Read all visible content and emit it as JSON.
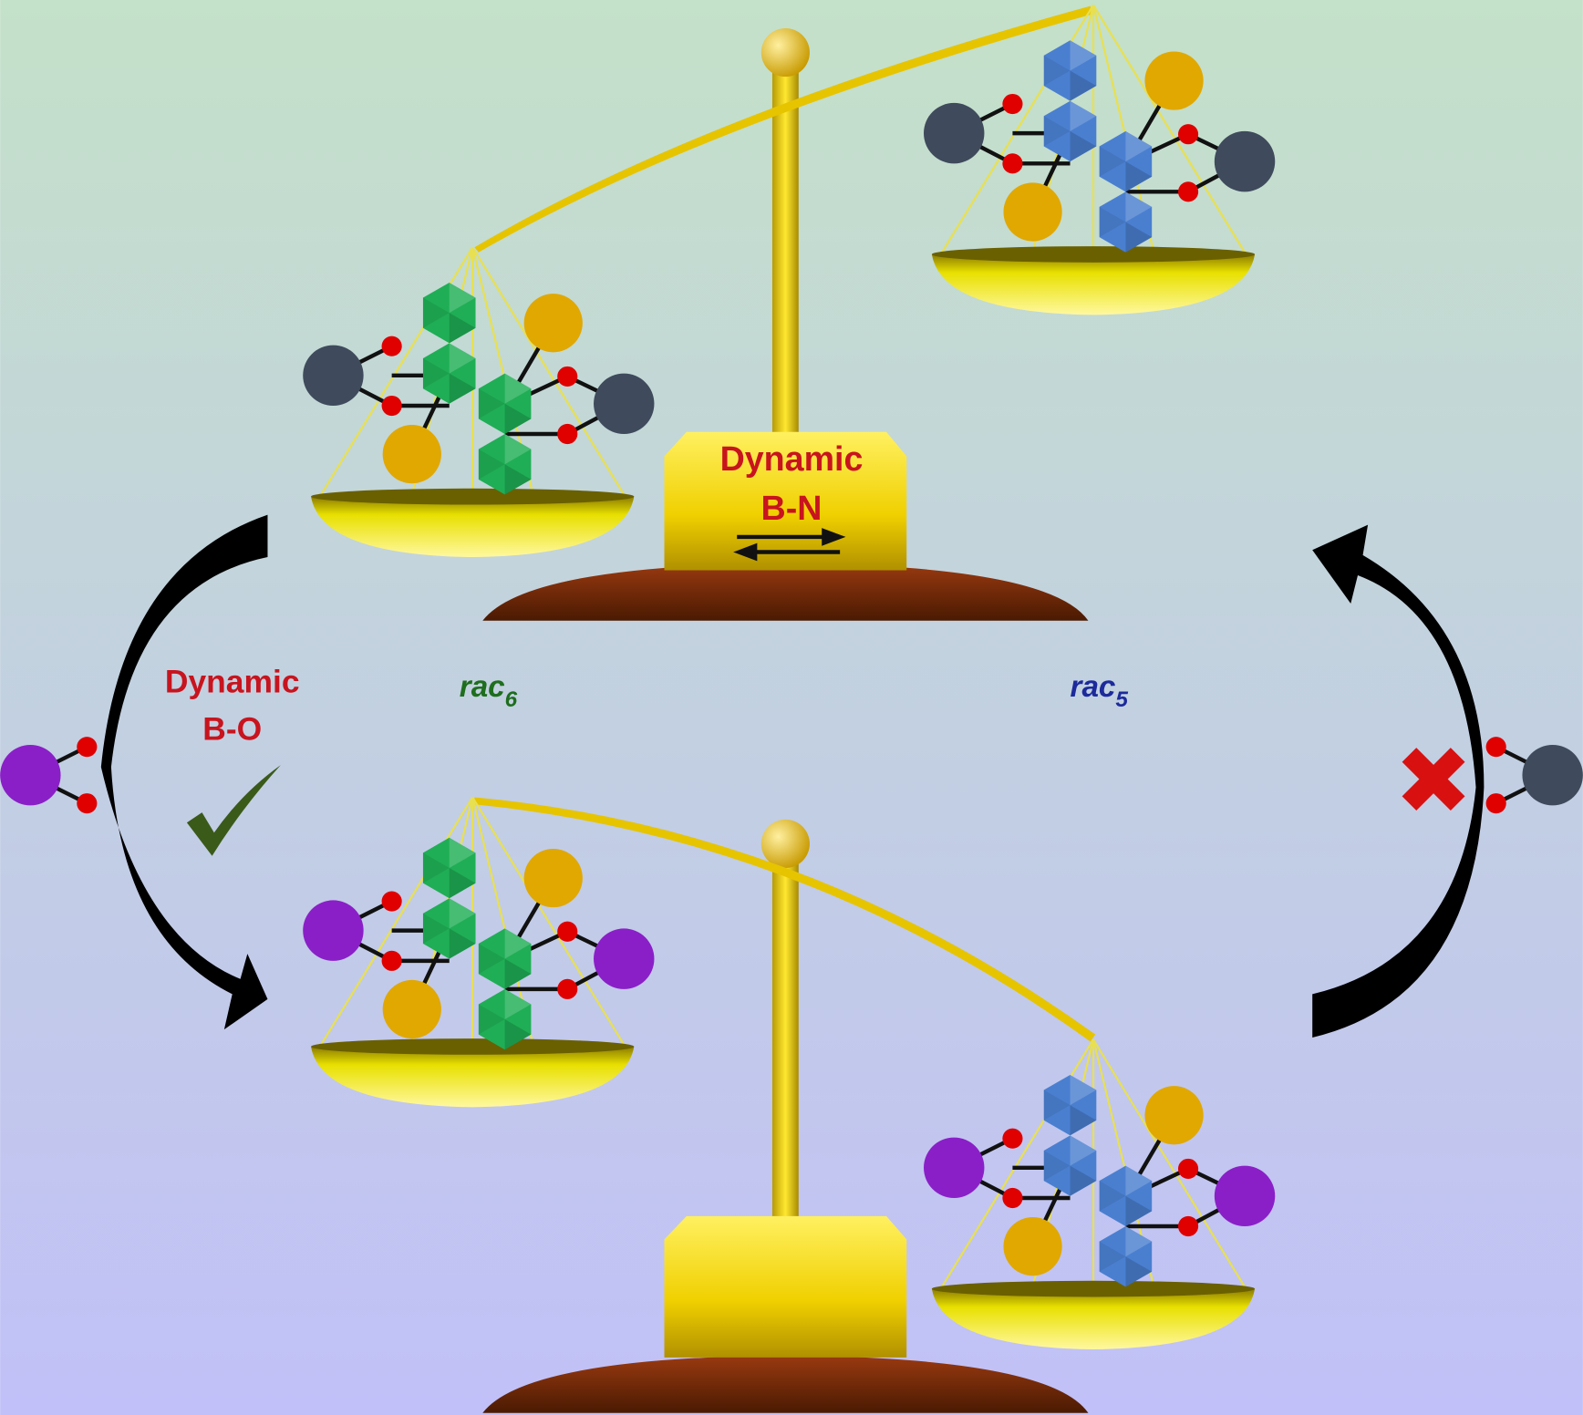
{
  "labels": {
    "bn_line1": "Dynamic",
    "bn_line2": "B-N",
    "bo_line1": "Dynamic",
    "bo_line2": "B-O",
    "rac6_main": "rac",
    "rac6_sub": "6",
    "rac5_main": "rac",
    "rac5_sub": "5"
  },
  "colors": {
    "bg_top": "#c4e1c9",
    "bg_bottom": "#c1c0f8",
    "gold": "#e8c800",
    "base_brown": "#6a2a08",
    "label_red": "#c8141e",
    "rac6_green": "#1e6e1e",
    "rac5_blue": "#1c2a9c",
    "green_cage": "#1fae55",
    "blue_cage": "#4a7fd0",
    "metal_gray": "#3f4a5c",
    "metal_purple": "#8a1fc8",
    "oxygen_red": "#e00000",
    "sulfur_gold": "#e0a800"
  },
  "icons": [
    "check-mark-icon",
    "cross-mark-icon"
  ]
}
